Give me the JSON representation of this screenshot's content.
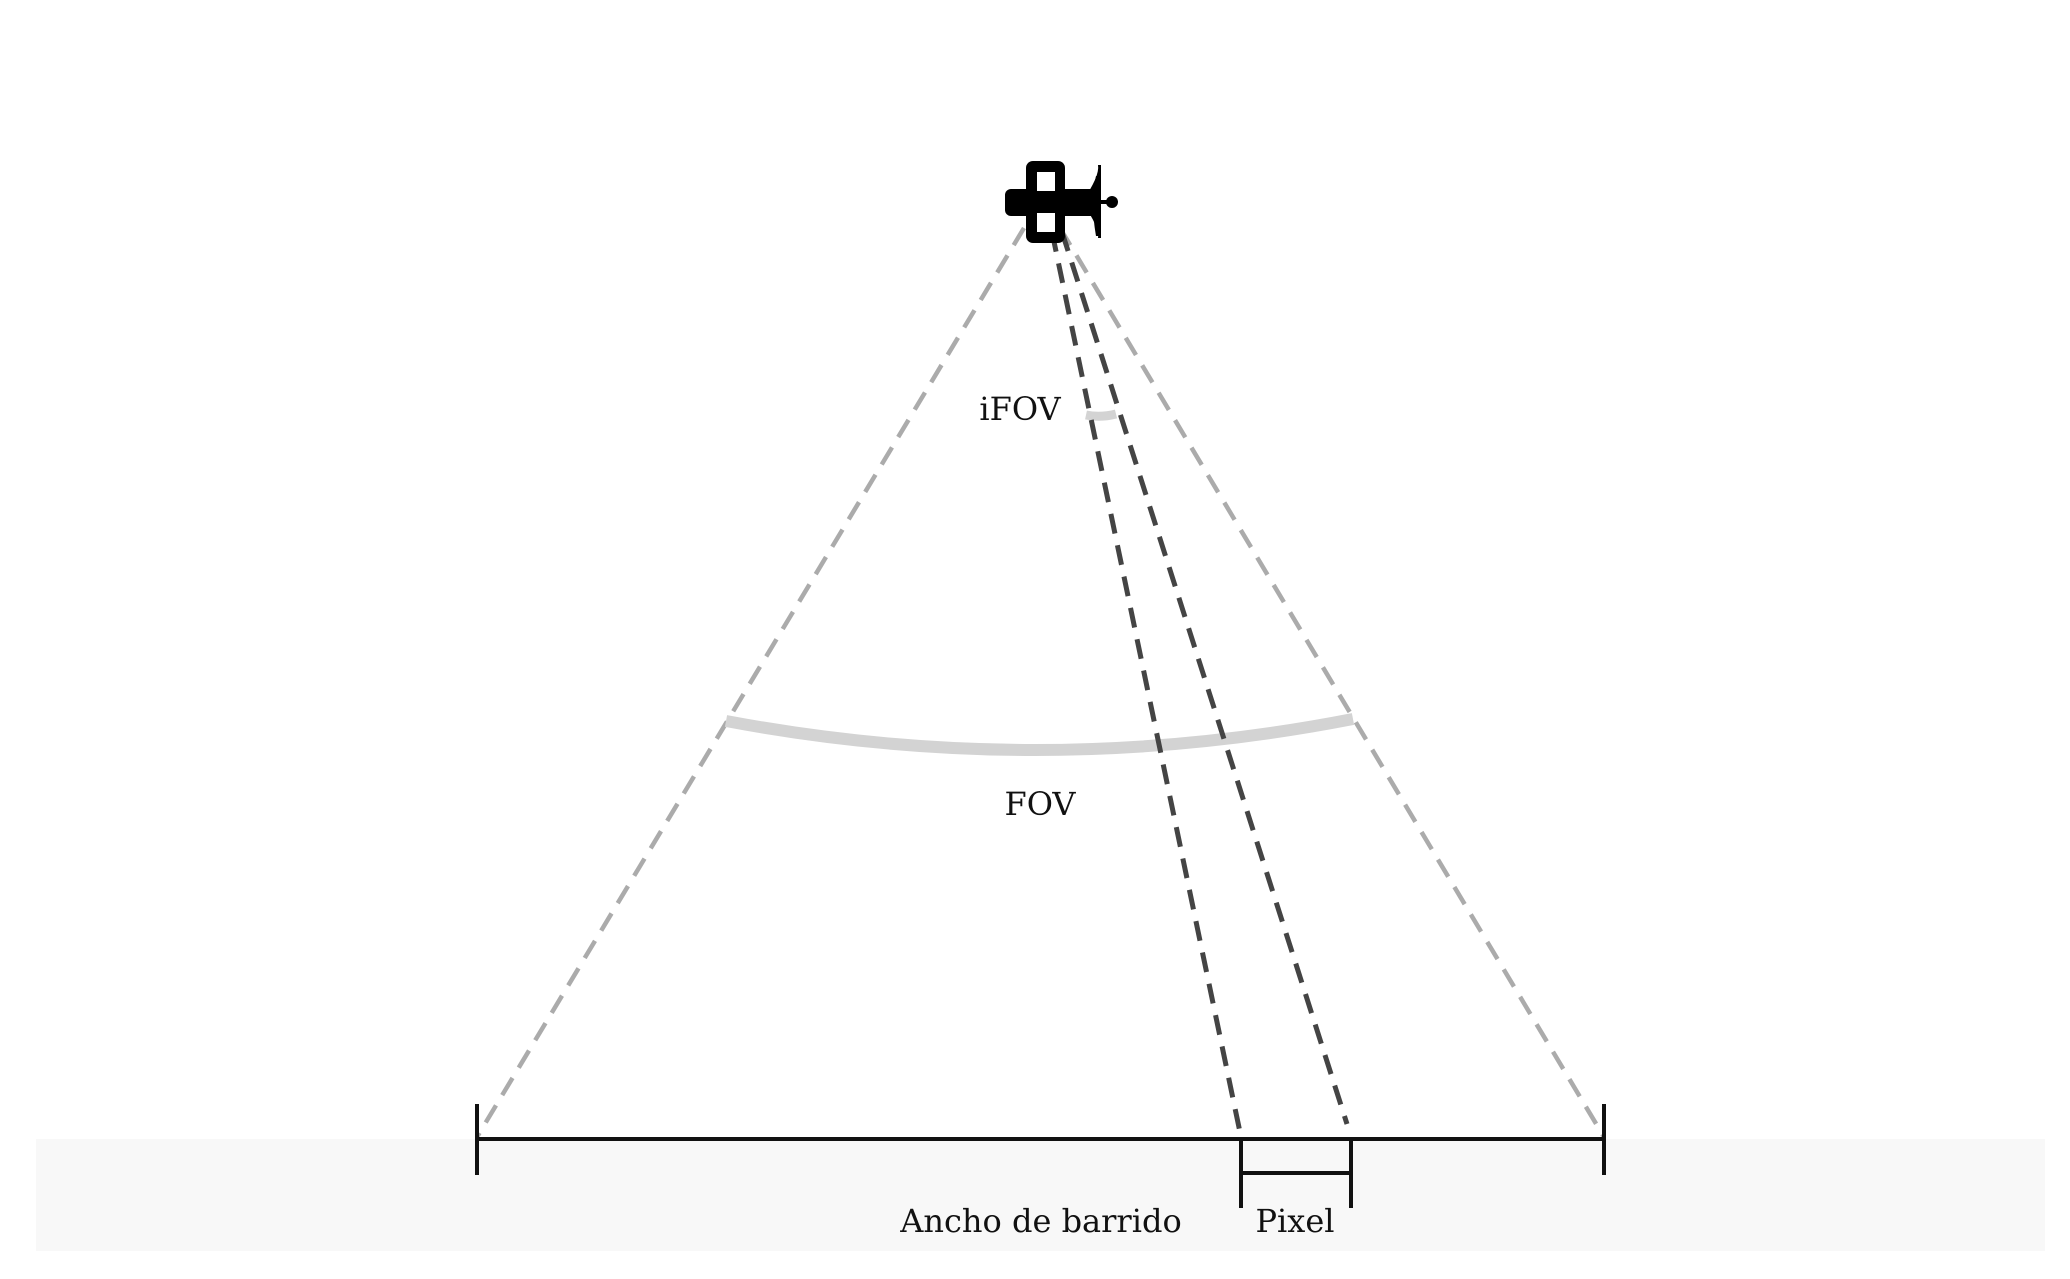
{
  "labels": {
    "ifov": "iFOV",
    "fov": "FOV",
    "swath": "Ancho de barrido",
    "pixel": "Pixel"
  },
  "icons": {
    "sensor": "satellite-icon"
  },
  "colors": {
    "fov_rays": "#ababab",
    "ifov_rays": "#444444",
    "angle_arcs": "#d3d3d3",
    "ground": "#f8f8f8",
    "lines": "#111111"
  }
}
